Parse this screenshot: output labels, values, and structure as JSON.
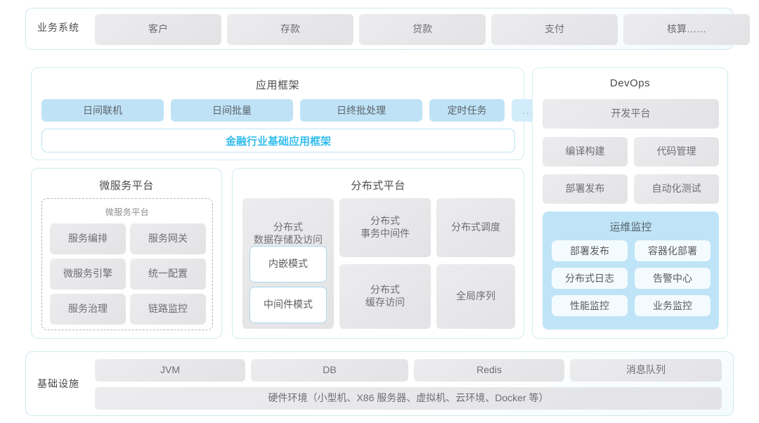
{
  "business_system": {
    "label": "业务系统",
    "items": [
      "客户",
      "存款",
      "贷款",
      "支付",
      "核算……"
    ]
  },
  "app_framework": {
    "title": "应用框架",
    "items": [
      "日间联机",
      "日间批量",
      "日终批处理",
      "定时任务",
      "..."
    ],
    "framework_strip": "金融行业基础应用框架",
    "accent_color": "#2bb3e3"
  },
  "microservice_platform": {
    "title": "微服务平台",
    "inner_title": "微服务平台",
    "items": [
      "服务编排",
      "服务网关",
      "微服务引擎",
      "统一配置",
      "服务治理",
      "链路监控"
    ]
  },
  "distributed_platform": {
    "title": "分布式平台",
    "storage_card": {
      "title": "分布式\n数据存储及访问",
      "modes": [
        "内嵌模式",
        "中间件模式"
      ]
    },
    "items": [
      "分布式\n事务中间件",
      "分布式调度",
      "分布式\n缓存访问",
      "全局序列"
    ]
  },
  "devops": {
    "title": "DevOps",
    "platform": "开发平台",
    "items": [
      "编译构建",
      "代码管理",
      "部署发布",
      "自动化测试"
    ],
    "ops_monitor": {
      "title": "运维监控",
      "items": [
        "部署发布",
        "容器化部署",
        "分布式日志",
        "告警中心",
        "性能监控",
        "业务监控"
      ]
    }
  },
  "infrastructure": {
    "label": "基础设施",
    "items": [
      "JVM",
      "DB",
      "Redis",
      "消息队列"
    ],
    "hardware": "硬件环境（小型机、X86 服务器、虚拟机、云环境、Docker 等）"
  }
}
